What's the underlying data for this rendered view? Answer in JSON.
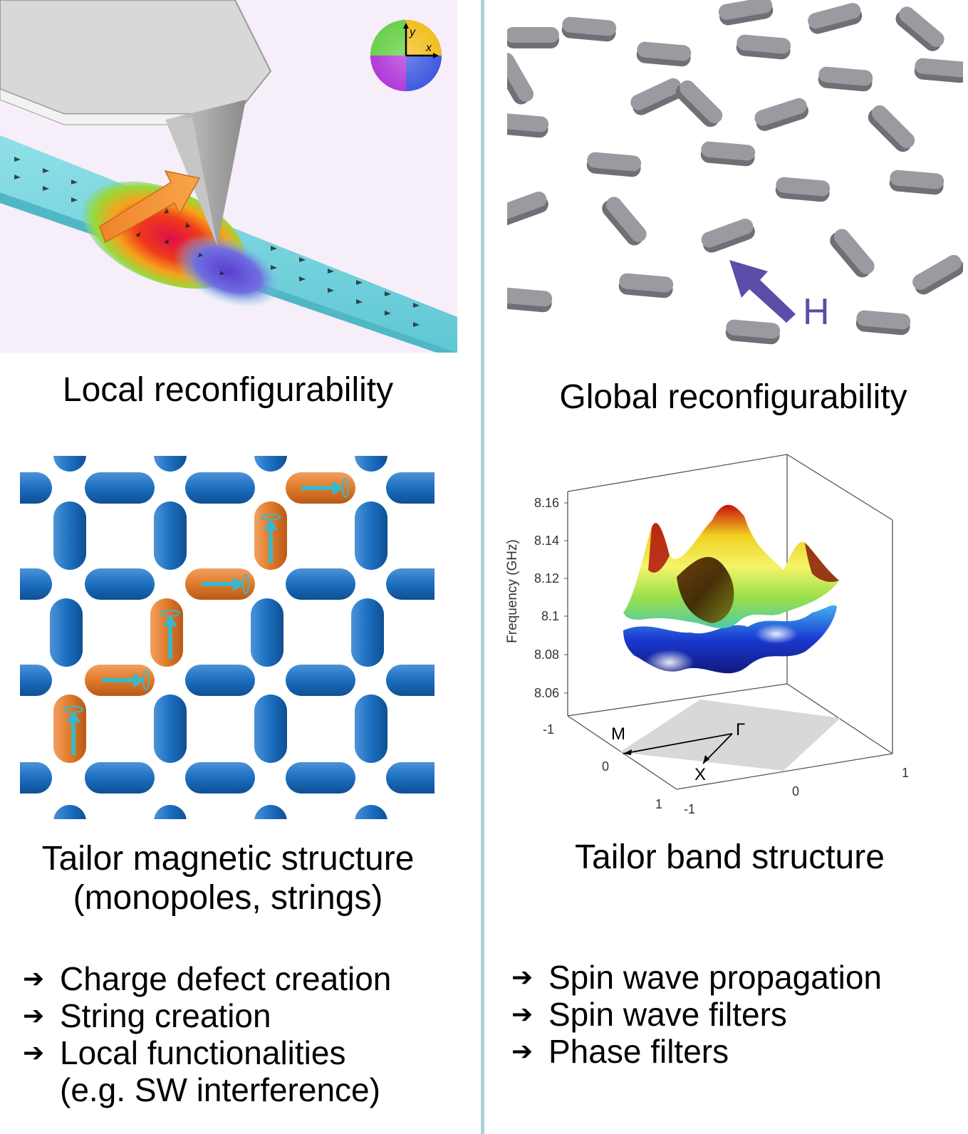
{
  "panels": {
    "top_left": {
      "caption": "Local reconfigurability",
      "colorwheel_axes": {
        "x": "x",
        "y": "y"
      }
    },
    "top_right": {
      "caption": "Global reconfigurability",
      "field_label": "H",
      "arrow_color": "#5b4ea8"
    },
    "bottom_left": {
      "caption_line1": "Tailor magnetic structure",
      "caption_line2": "(monopoles, strings)",
      "island_color": "#1c6fc0",
      "flipped_color": "#e07a2a",
      "items": [
        "Charge defect creation",
        "String creation",
        "Local functionalities"
      ],
      "items_continuation": "(e.g. SW interference)"
    },
    "bottom_right": {
      "caption": "Tailor band structure",
      "items": [
        "Spin wave propagation",
        "Spin wave filters",
        "Phase filters"
      ]
    }
  },
  "chart_data": {
    "type": "surface",
    "zlabel": "Frequency (GHz)",
    "z_ticks": [
      "8.16",
      "8.14",
      "8.12",
      "8.1",
      "8.08",
      "8.06"
    ],
    "x_ticks": [
      "-1",
      "0",
      "1"
    ],
    "y_ticks": [
      "-1",
      "0",
      "1"
    ],
    "brillouin_points": [
      "M",
      "Γ",
      "X"
    ]
  }
}
